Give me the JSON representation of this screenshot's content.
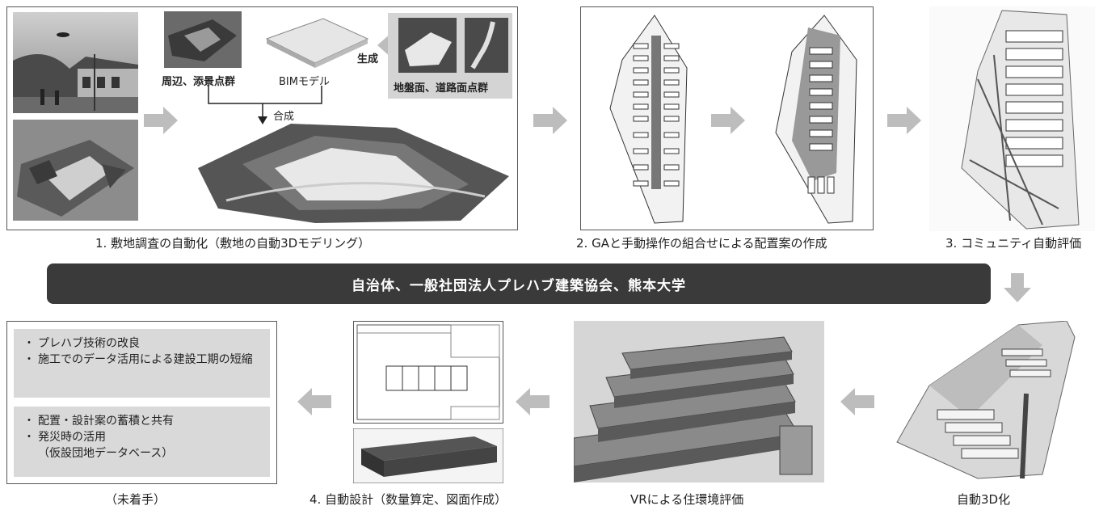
{
  "step1": {
    "caption": "1. 敷地調査の自動化（敷地の自動3Dモデリング）",
    "label_pointcloud": "周辺、添景点群",
    "label_bim": "BIMモデル",
    "label_generate": "生成",
    "label_ground": "地盤面、道路面点群",
    "label_combine": "合成"
  },
  "step2": {
    "caption": "2. GAと手動操作の組合せによる配置案の作成"
  },
  "step3": {
    "caption": "3. コミュニティ自動評価"
  },
  "banner": {
    "text": "自治体、一般社団法人プレハブ建築協会、熊本大学"
  },
  "step_auto3d": {
    "caption": "自動3D化"
  },
  "step_vr": {
    "caption": "VRによる住環境評価"
  },
  "step4": {
    "caption": "4. 自動設計（数量算定、図面作成）"
  },
  "future": {
    "caption": "（未着手）",
    "group1": [
      "プレハブ技術の改良",
      "施工でのデータ活用による建設工期の短縮"
    ],
    "group2": [
      "配置・設計案の蓄積と共有",
      "発災時の活用",
      "（仮設団地データベース）"
    ]
  },
  "colors": {
    "arrow": "#bdbdbd",
    "banner": "#3a3a3a",
    "panel": "#d9d9d9"
  }
}
